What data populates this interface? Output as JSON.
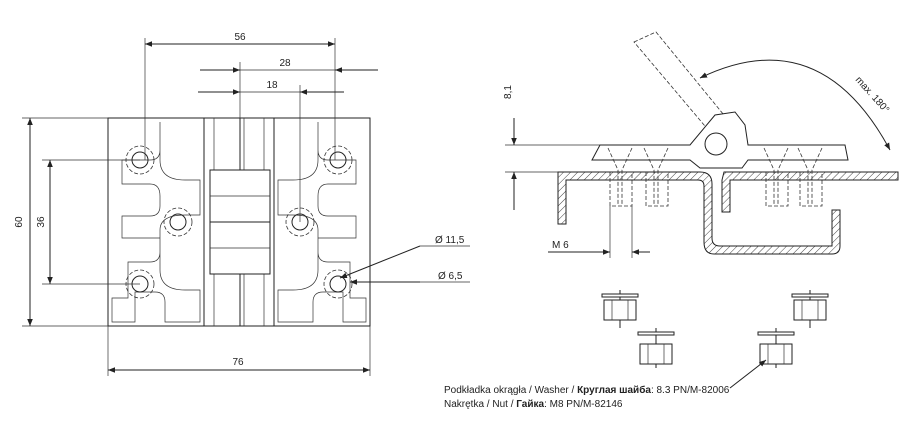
{
  "dimensions": {
    "overall_width": "56",
    "upper_spacing": "28",
    "inner_spacing": "18",
    "height": "60",
    "hole_spacing": "36",
    "base_width": "76",
    "outer_diameter": "Ø 11,5",
    "inner_diameter": "Ø 6,5",
    "thickness": "8,1",
    "thread": "M 6",
    "rotation": "max. 180°"
  },
  "notes": {
    "washer": {
      "label_pl": "Podkładka okrągła",
      "label_en": "Washer",
      "label_ru": "Круглая шайба",
      "sep": " / ",
      "spec": "8.3 PN/M-82006"
    },
    "nut": {
      "label_pl": "Nakrętka",
      "label_en": "Nut",
      "label_ru": "Гайка",
      "sep": " / ",
      "spec": "M8 PN/M-82146"
    }
  }
}
